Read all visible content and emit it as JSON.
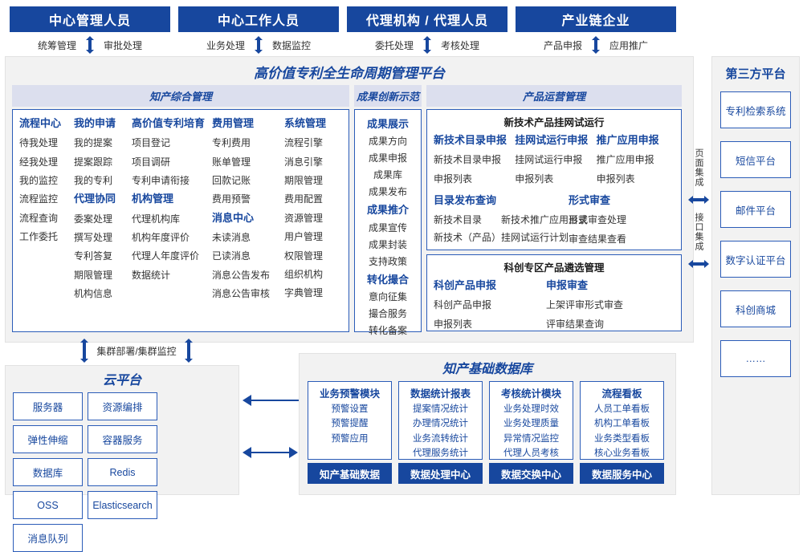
{
  "roles": [
    {
      "title": "中心管理人员",
      "left": "统筹管理",
      "right": "审批处理"
    },
    {
      "title": "中心工作人员",
      "left": "业务处理",
      "right": "数据监控"
    },
    {
      "title": "代理机构 / 代理人员",
      "left": "委托处理",
      "right": "考核处理"
    },
    {
      "title": "产业链企业",
      "left": "产品申报",
      "right": "应用推广"
    }
  ],
  "platform": {
    "title": "高价值专利全生命周期管理平台",
    "columns": {
      "ip_management": {
        "header": "知产综合管理",
        "groups": [
          {
            "title": "流程中心",
            "items": [
              "待我处理",
              "经我处理",
              "我的监控",
              "流程监控",
              "流程查询",
              "工作委托"
            ]
          },
          {
            "title": "我的申请",
            "items": [
              "我的提案",
              "提案跟踪",
              "我的专利"
            ]
          },
          {
            "title": "代理协同",
            "items": [
              "委案处理",
              "撰写处理",
              "专利答复",
              "期限管理",
              "机构信息"
            ]
          },
          {
            "title": "高价值专利培育",
            "items": [
              "项目登记",
              "项目调研",
              "专利申请衔接"
            ]
          },
          {
            "title": "机构管理",
            "items": [
              "代理机构库",
              "机构年度评价",
              "代理人年度评价",
              "数据统计"
            ]
          },
          {
            "title": "费用管理",
            "items": [
              "专利费用",
              "账单管理",
              "回款记账",
              "费用预警"
            ]
          },
          {
            "title": "消息中心",
            "items": [
              "未读消息",
              "已读消息",
              "消息公告发布",
              "消息公告审核"
            ]
          },
          {
            "title": "系统管理",
            "items": [
              "流程引擎",
              "消息引擎",
              "期限管理",
              "费用配置",
              "资源管理",
              "用户管理",
              "权限管理",
              "组织机构",
              "字典管理"
            ]
          }
        ]
      },
      "innovation_demo": {
        "header": "成果创新示范",
        "groups": [
          {
            "title": "成果展示",
            "items": [
              "成果方向",
              "成果申报",
              "成果库",
              "成果发布"
            ]
          },
          {
            "title": "成果推介",
            "items": [
              "成果宣传",
              "成果封装",
              "支持政策"
            ]
          },
          {
            "title": "转化撮合",
            "items": [
              "意向征集",
              "撮合服务",
              "转化备案"
            ]
          }
        ]
      },
      "product_ops": {
        "header": "产品运营管理",
        "boxes": [
          {
            "title": "新技术产品挂网试运行",
            "groups": [
              {
                "title": "新技术目录申报",
                "items": [
                  "新技术目录申报",
                  "申报列表"
                ]
              },
              {
                "title": "挂网试运行申报",
                "items": [
                  "挂网试运行申报",
                  "申报列表"
                ]
              },
              {
                "title": "推广应用申报",
                "items": [
                  "推广应用申报",
                  "申报列表"
                ]
              }
            ],
            "groups2": [
              {
                "title": "目录发布查询",
                "items": [
                  "新技术目录　　新技术推广应用目录",
                  "新技术（产品）挂网试运行计划"
                ]
              },
              {
                "title": "形式审查",
                "items": [
                  "形式审查处理",
                  "审查结果查看"
                ]
              }
            ]
          },
          {
            "title": "科创专区产品遴选管理",
            "groups": [
              {
                "title": "科创产品申报",
                "items": [
                  "科创产品申报",
                  "申报列表"
                ]
              },
              {
                "title": "申报审查",
                "items": [
                  "上架评审形式审查",
                  "评审结果查询"
                ]
              }
            ]
          }
        ]
      }
    }
  },
  "integration": {
    "page_label": "页面集成",
    "api_label": "接口集成"
  },
  "third_party": {
    "title": "第三方平台",
    "items": [
      "专利检索系统",
      "短信平台",
      "邮件平台",
      "数字认证平台",
      "科创商城",
      "……"
    ]
  },
  "cluster_label": "集群部署/集群监控",
  "cloud": {
    "title": "云平台",
    "items": [
      "服务器",
      "资源编排",
      "弹性伸缩",
      "容器服务",
      "数据库",
      "Redis",
      "OSS",
      "Elasticsearch",
      "消息队列"
    ]
  },
  "database": {
    "title": "知产基础数据库",
    "columns": [
      {
        "title": "业务预警模块",
        "items": [
          "预警设置",
          "预警提醒",
          "预警应用"
        ],
        "footer": "知产基础数据"
      },
      {
        "title": "数据统计报表",
        "items": [
          "提案情况统计",
          "办理情况统计",
          "业务流转统计",
          "代理服务统计"
        ],
        "footer": "数据处理中心"
      },
      {
        "title": "考核统计模块",
        "items": [
          "业务处理时效",
          "业务处理质量",
          "异常情况监控",
          "代理人员考核"
        ],
        "footer": "数据交换中心"
      },
      {
        "title": "流程看板",
        "items": [
          "人员工单看板",
          "机构工单看板",
          "业务类型看板",
          "核心业务看板"
        ],
        "footer": "数据服务中心"
      }
    ]
  },
  "colors": {
    "primary": "#17479E",
    "border": "#2b5cb8",
    "panel_bg": "#f2f2f2",
    "header_band": "#dcdfee"
  }
}
